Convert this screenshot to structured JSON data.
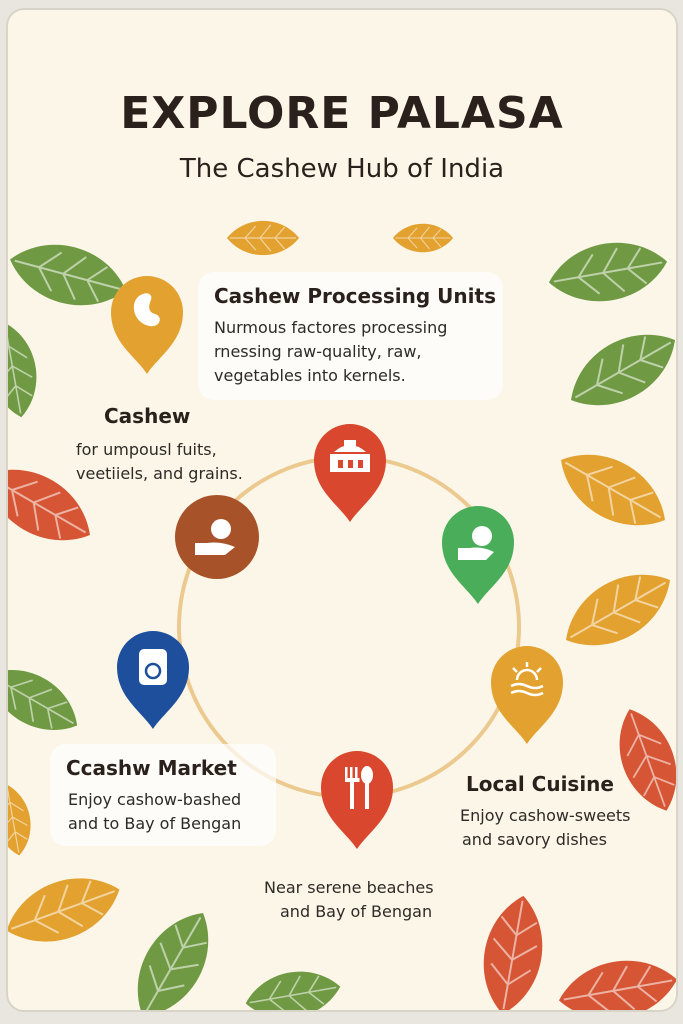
{
  "header": {
    "title": "EXPLORE PALASA",
    "subtitle": "The Cashew Hub of India"
  },
  "sections": [
    {
      "title": "Cashew Processing Units",
      "lines": [
        "Nurmous factores processing",
        "rnessing raw-quality, raw,",
        "vegetables into kernels."
      ],
      "icon": "cashew-icon",
      "color": "#e3a12f"
    },
    {
      "title": "Cashew",
      "lines": [
        "for umpousl fuits,",
        "veetiiels, and grains."
      ],
      "icon": "hand-apple-icon",
      "color": "#a8522a"
    },
    {
      "title": "Ccashw Market",
      "lines": [
        "Enjoy cashow-bashed",
        "and to Bay of Bengan"
      ],
      "icon": "jar-icon",
      "color": "#1d4f9c"
    },
    {
      "title": "Local Cuisine",
      "lines": [
        "Enjoy cashow-sweets",
        "and savory dishes"
      ],
      "icon": "sun-waves-icon",
      "color": "#e3a12f"
    },
    {
      "title": "",
      "lines": [
        "Near serene beaches",
        "and Bay of Bengan"
      ],
      "icon": "cutlery-icon",
      "color": "#d9472e"
    }
  ],
  "pins": {
    "temple": {
      "icon": "temple-icon",
      "color": "#d9472e"
    },
    "green": {
      "icon": "hand-fruit-icon",
      "color": "#4aad5a"
    }
  },
  "colors": {
    "background": "#fbf6e8",
    "ring": "#ecc98f",
    "leaf_green": "#6f9a43",
    "leaf_orange": "#e3a12f",
    "leaf_red": "#d65535",
    "text": "#2b211c"
  }
}
